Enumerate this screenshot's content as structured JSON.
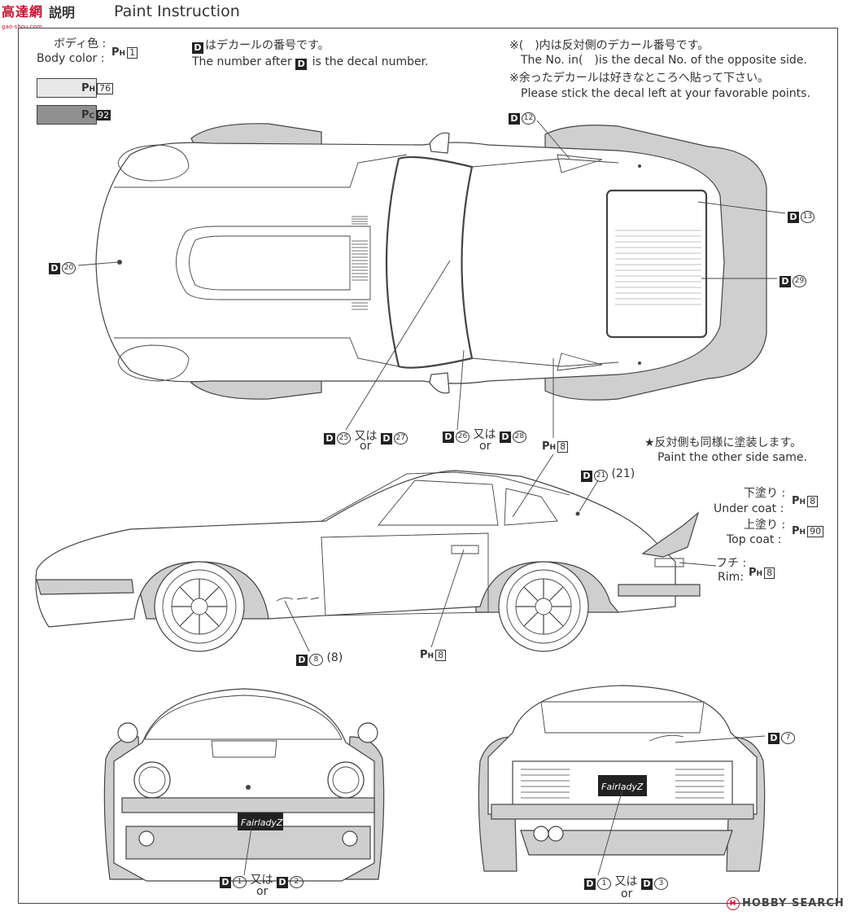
{
  "header": {
    "brand_watermark": "高達網",
    "brand_watermark_sub": "gao-shou.com",
    "title_jp": "説明",
    "title_en": "Paint Instruction"
  },
  "paint_legend": {
    "body_color_jp": "ボディ色 :",
    "body_color_en": "Body color :",
    "body_color_code": "1",
    "swatches": [
      {
        "code": "76",
        "prefix": "H",
        "color": "#e8e8e8"
      },
      {
        "code": "92",
        "prefix": "C",
        "color": "#909090"
      }
    ]
  },
  "notes": {
    "decal_number_jp": "はデカールの番号です。",
    "decal_number_en_a": "The number after",
    "decal_number_en_b": "is the decal number.",
    "opposite_jp": "※(　)内は反対側のデカール番号です。",
    "opposite_en": "The No. in(　)is the decal No. of the opposite side.",
    "leftover_jp": "※余ったデカールは好きなところへ貼って下さい。",
    "leftover_en": "Please stick the decal left at your favorable points."
  },
  "top_view_callouts": {
    "d12": "12",
    "d13": "13",
    "d29": "29",
    "d20": "20",
    "d25": "25",
    "d27": "27",
    "d26": "26",
    "d28": "28",
    "or_jp": "又は",
    "or_en": "or",
    "ph8_a": "8"
  },
  "side_view": {
    "paint_other_jp": "★反対側も同様に塗装します。",
    "paint_other_en": "Paint the other side same.",
    "d21": "21",
    "d21_opposite": "(21)",
    "under_coat_jp": "下塗り :",
    "under_coat_en": "Under coat :",
    "under_coat_code": "8",
    "top_coat_jp": "上塗り :",
    "top_coat_en": "Top coat :",
    "top_coat_code": "90",
    "rim_jp": "フチ :",
    "rim_en": "Rim:",
    "rim_code": "8",
    "d8": "8",
    "d8_opposite": "(8)",
    "ph8_b": "8"
  },
  "front_view": {
    "d1": "1",
    "d2": "2",
    "plate": "FairladyZ"
  },
  "rear_view": {
    "d7": "7",
    "d1": "1",
    "d3": "3",
    "plate": "FairladyZ"
  },
  "footer": {
    "watermark": "HOBBY SEARCH",
    "logo_letter": "H"
  }
}
